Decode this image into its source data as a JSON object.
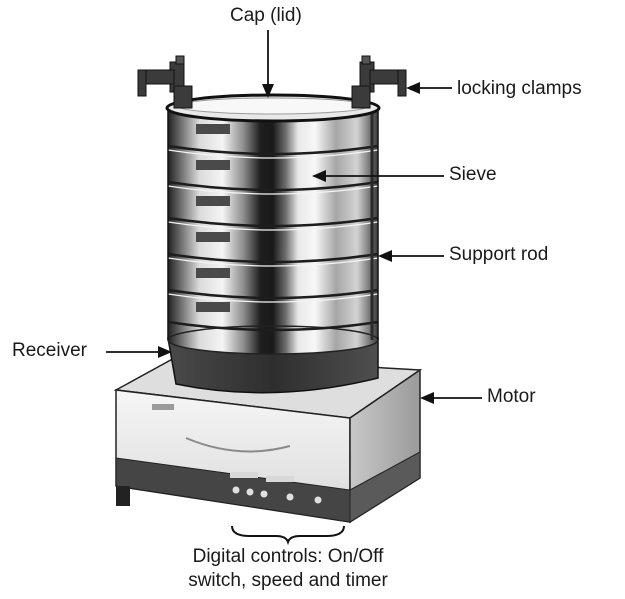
{
  "labels": {
    "cap": "Cap (lid)",
    "clamps": "locking clamps",
    "sieve": "Sieve",
    "rod": "Support rod",
    "receiver": "Receiver",
    "motor": "Motor",
    "controls_line1": "Digital controls: On/Off",
    "controls_line2": "switch, speed and timer"
  },
  "colors": {
    "steel_dark": "#2b2b2b",
    "steel_light": "#e6e6e6",
    "base_body": "#f1f1f1",
    "base_panel": "#3a3a3a",
    "receiver": "#3c3c3c"
  }
}
